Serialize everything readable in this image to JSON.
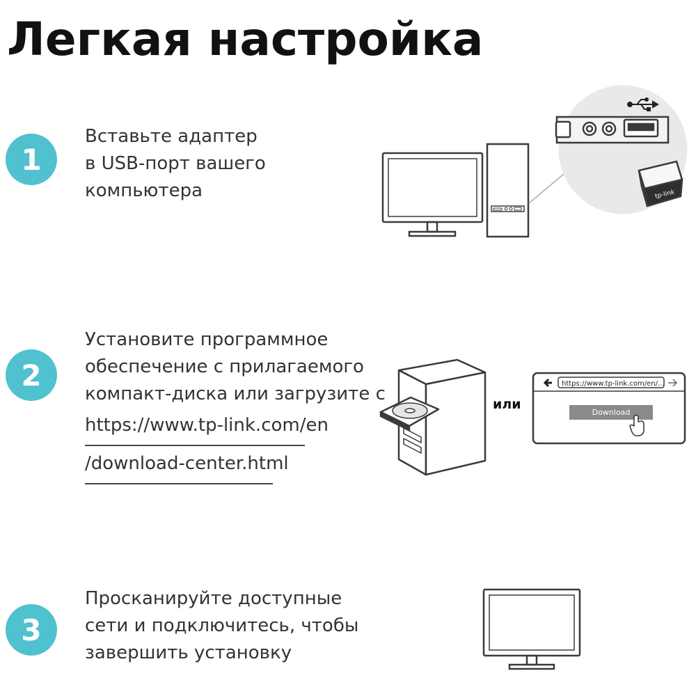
{
  "header": {
    "title": "Легкая настройка"
  },
  "steps": [
    {
      "number": "1",
      "lines": [
        "Вставьте адаптер",
        "в USB-порт вашего",
        "компьютера"
      ]
    },
    {
      "number": "2",
      "lines": [
        "Установите программное",
        "обеспечение с прилагаемого",
        "компакт-диска или загрузите с"
      ],
      "link_lines": [
        "https://www.tp-link.com/en",
        "/download-center.html"
      ]
    },
    {
      "number": "3",
      "lines": [
        "Просканируйте доступные",
        "сети и подключитесь, чтобы",
        "завершить установку"
      ]
    }
  ],
  "illustration": {
    "adapter_brand": "tp-link",
    "or_label": "или",
    "browser_url": "https://www.tp-link.com/en/...",
    "download_button": "Download"
  },
  "colors": {
    "badge": "#4fc1cf",
    "line_art": "#3a3a3a"
  },
  "icons": [
    "usb-icon",
    "hand-cursor-icon",
    "back-arrow-icon",
    "forward-arrow-icon"
  ]
}
